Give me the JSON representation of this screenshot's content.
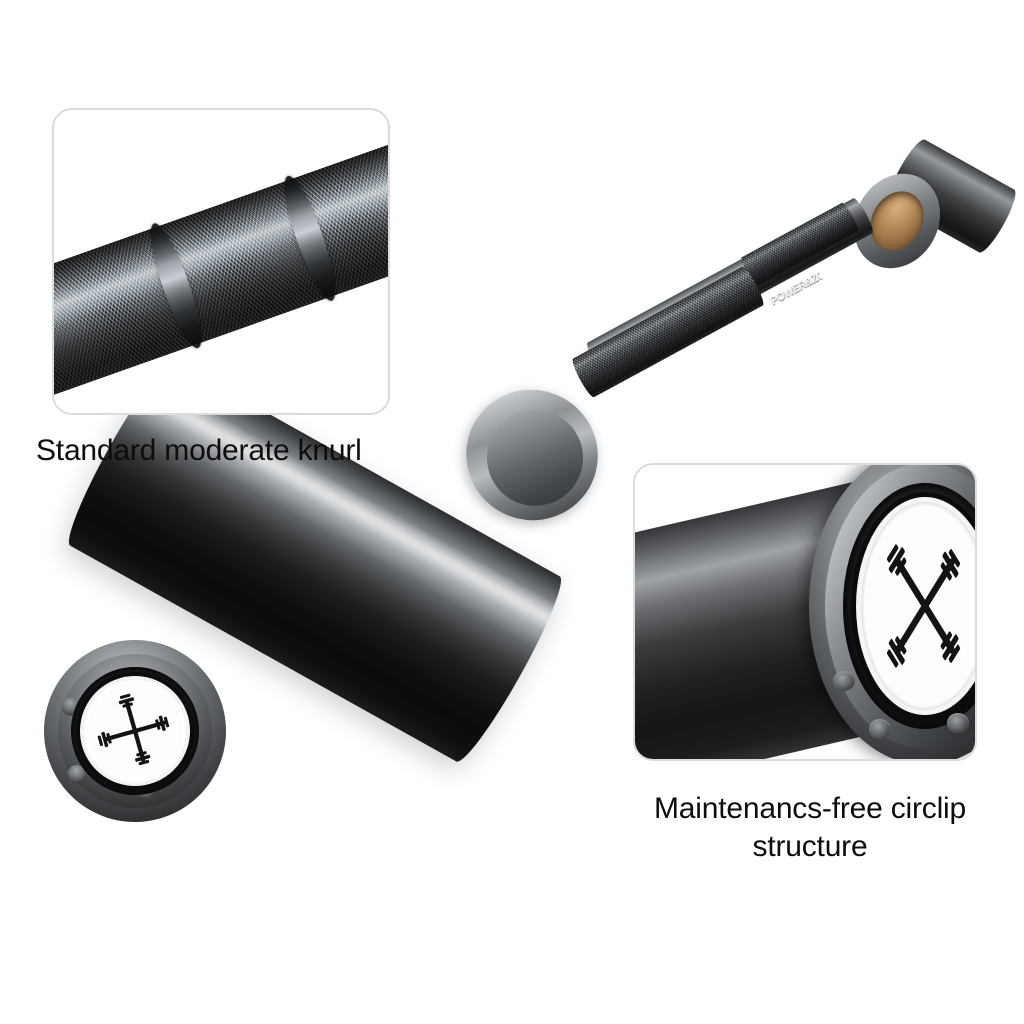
{
  "background_color": "#ffffff",
  "product": {
    "name": "Olympic barbell",
    "brand_logo_text": "POWER&ZONE",
    "finish_color": "#1a1b1d",
    "collar_color": "#a8abae",
    "bushing_color": "#bd9261",
    "badge_color": "#fdfdfd"
  },
  "callouts": [
    {
      "id": "knurl",
      "caption": "Standard moderate knurl",
      "panel_border_color": "#dcdcdc",
      "detail": "Diagonal cross-hatch knurling with two smooth ring bands"
    },
    {
      "id": "circlip",
      "caption": "Maintenancs-free circlip\nstructure",
      "panel_border_color": "#dcdcdc",
      "detail": "Sleeve end showing circlip retaining ring, screw holes and crossed-dumbbell end-cap badge"
    }
  ],
  "end_cap": {
    "badge_icon": "crossed-dumbbells-icon",
    "screw_count": 3,
    "ring_color": "#ffffff"
  }
}
